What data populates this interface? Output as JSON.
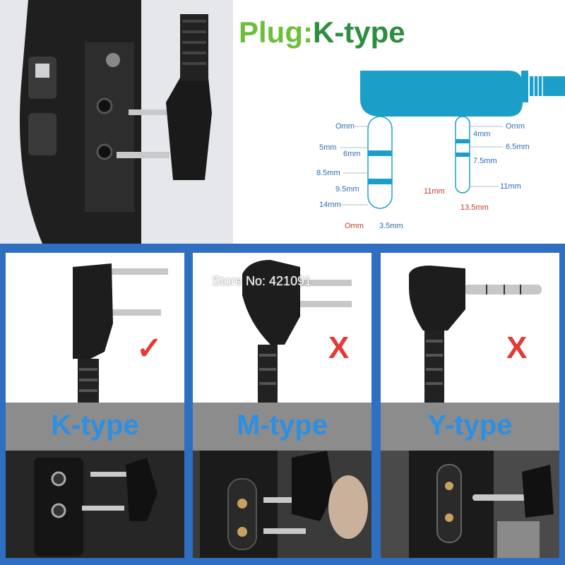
{
  "title": {
    "plug": "Plug:",
    "type": "K-type"
  },
  "diagram": {
    "left_pin_labels": [
      "Omm",
      "5mm",
      "6mm",
      "8.5mm",
      "9.5mm",
      "14mm"
    ],
    "left_pin_bottom": [
      "Omm",
      "3.5mm"
    ],
    "right_pin_labels": [
      "Omm",
      "4mm",
      "6.5mm",
      "7.5mm",
      "11mm",
      "11mm",
      "13.5mm"
    ],
    "colors": {
      "plug": "#1b9fc9",
      "band": "#1b9fc9",
      "dim": "#2a6fb0"
    }
  },
  "panels": [
    {
      "label": "K-type",
      "mark": "✓",
      "mark_color": "#e53935"
    },
    {
      "label": "M-type",
      "mark": "X",
      "mark_color": "#e53935"
    },
    {
      "label": "Y-type",
      "mark": "X",
      "mark_color": "#e53935"
    }
  ],
  "watermark": "Store No: 421091",
  "colors": {
    "background": "#2f6fc1",
    "label_text": "#2b8fe3",
    "title_green": "#6cbf3a"
  }
}
